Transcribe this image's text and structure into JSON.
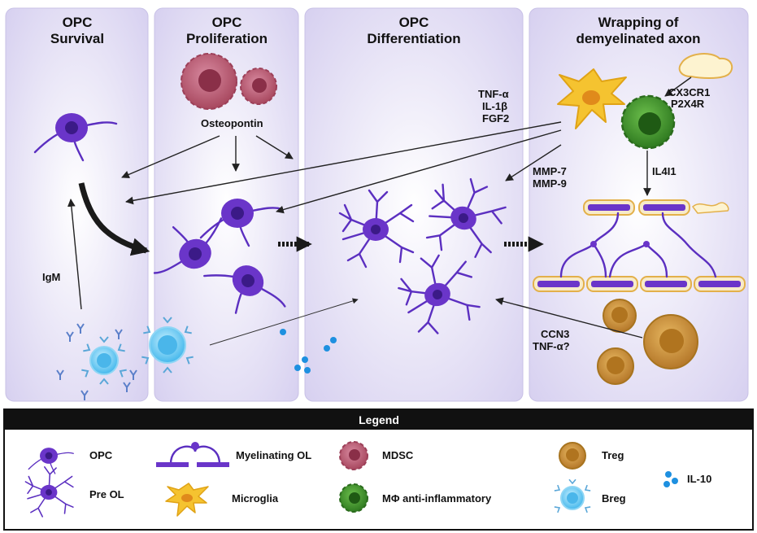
{
  "panels": {
    "survival": {
      "title_line1": "OPC",
      "title_line2": "Survival"
    },
    "proliferation": {
      "title_line1": "OPC",
      "title_line2": "Proliferation"
    },
    "differentiation": {
      "title_line1": "OPC",
      "title_line2": "Differentiation"
    },
    "wrapping": {
      "title_line1": "Wrapping of",
      "title_line2": "demyelinated axon"
    }
  },
  "labels": {
    "osteopontin": "Osteopontin",
    "igm": "IgM",
    "tnf": "TNF-α",
    "il1b": "IL-1β",
    "fgf2": "FGF2",
    "mmp7": "MMP-7",
    "mmp9": "MMP-9",
    "cx3cr1": "CX3CR1",
    "p2x4r": "P2X4R",
    "il4i1": "IL4I1",
    "ccn3": "CCN3",
    "tnf_q": "TNF-α?"
  },
  "legend": {
    "title": "Legend",
    "items": {
      "opc": "OPC",
      "pre_ol": "Pre OL",
      "myelinating_ol": "Myelinating OL",
      "microglia": "Microglia",
      "mdsc": "MDSC",
      "macrophage": "MΦ anti-inflammatory",
      "treg": "Treg",
      "breg": "Breg",
      "il10": "IL-10"
    }
  },
  "colors": {
    "panel_bg": "#dcd6f2",
    "opc": "#6a35c9",
    "mdsc": "#b25472",
    "microglia": "#f5c330",
    "macrophage": "#3d8f2a",
    "treg": "#c98a2f",
    "breg": "#5ac8f0",
    "il10": "#1e90e0",
    "legend_header": "#111111"
  }
}
